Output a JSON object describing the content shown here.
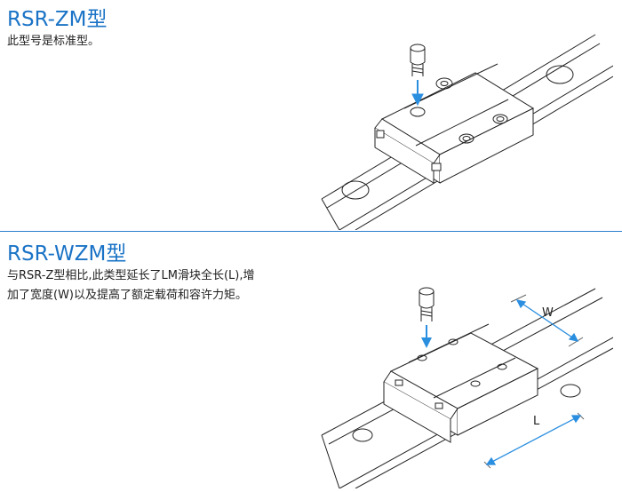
{
  "sections": [
    {
      "title": "RSR-ZM型",
      "description": "此型号是标准型。"
    },
    {
      "title": "RSR-WZM型",
      "description": "与RSR-Z型相比,此类型延长了LM滑块全长(L),增\n加了宽度(W)以及提高了额定载荷和容许力矩。",
      "dimension_labels": {
        "width": "W",
        "length": "L"
      }
    }
  ],
  "colors": {
    "accent": "#1a73c6",
    "rule": "#2c7fd0",
    "arrow": "#2b8fe0"
  }
}
